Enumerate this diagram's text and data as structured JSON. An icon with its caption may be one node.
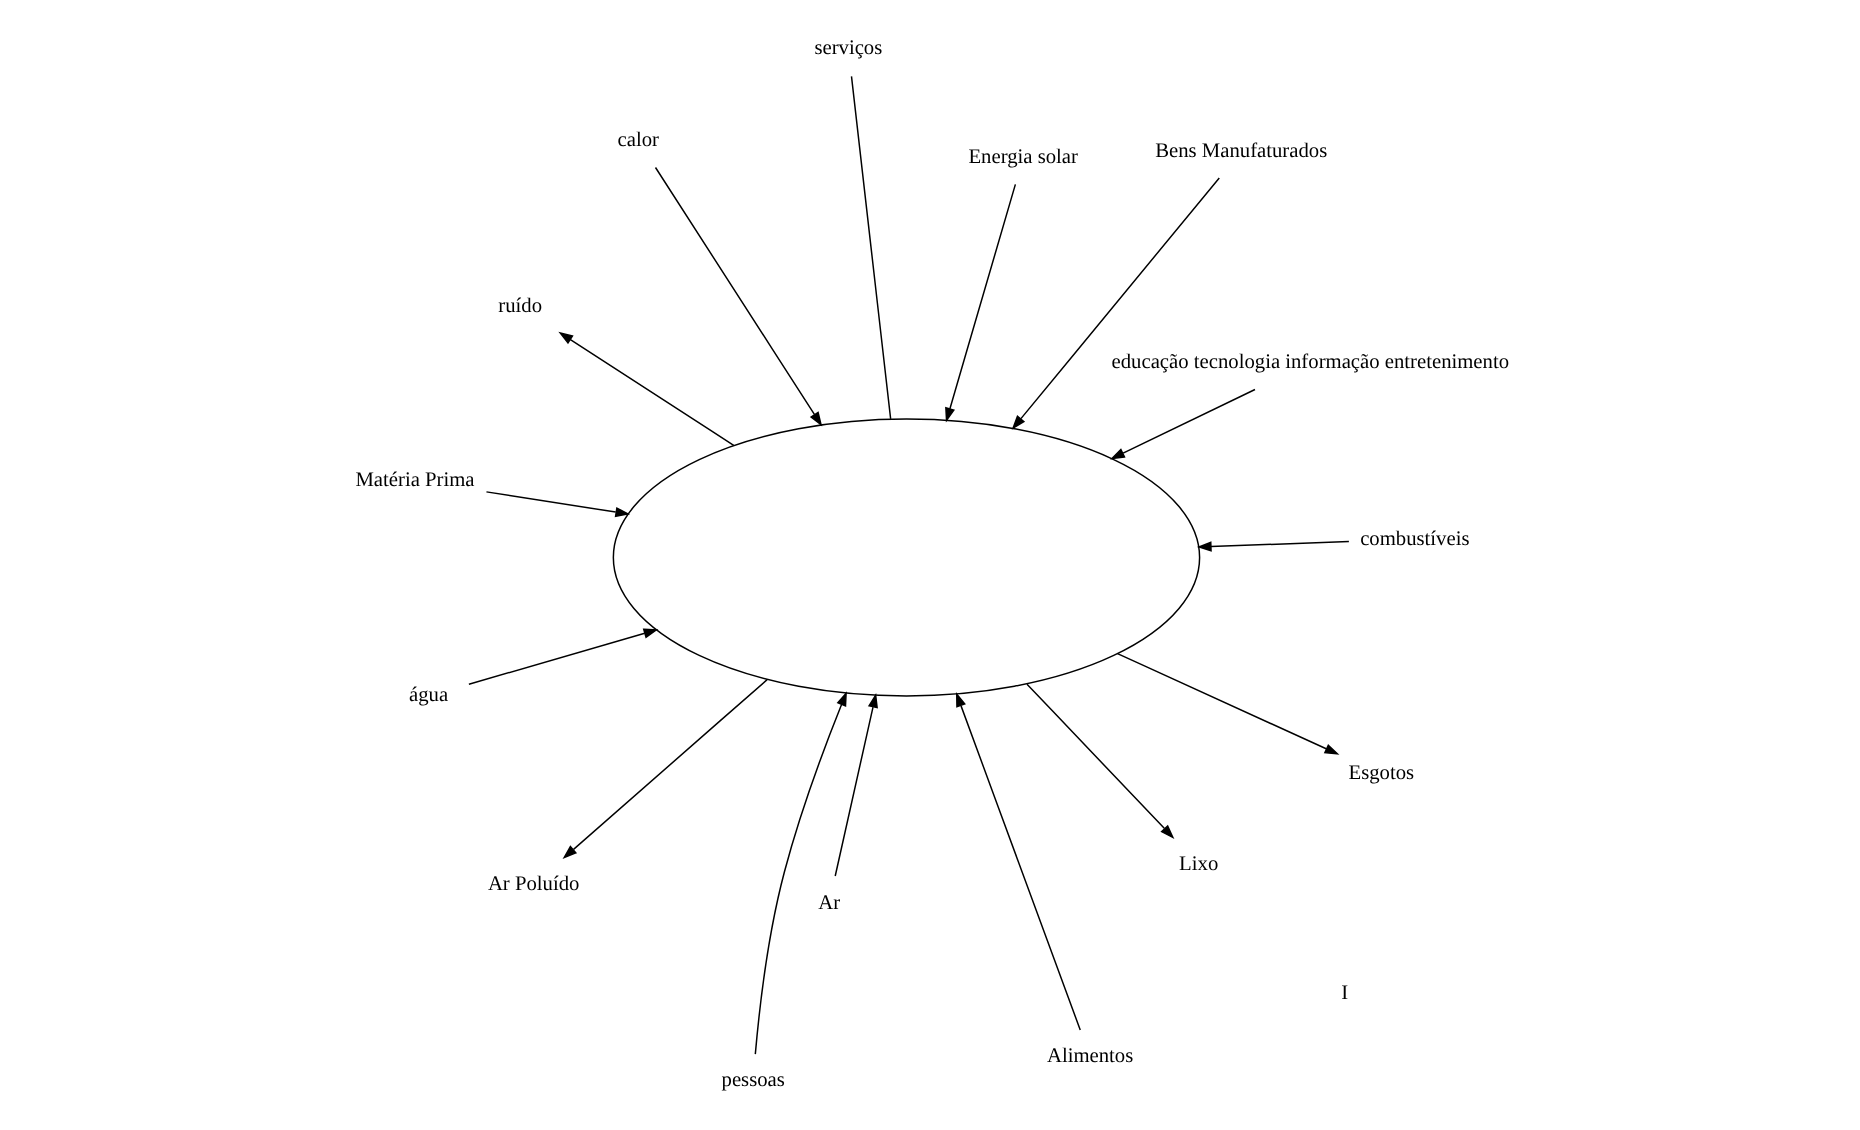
{
  "diagram": {
    "nodes": [
      {
        "text": [],
        "shape": "ellipse"
      },
      {
        "text": [
          "educação tecnologia informação entretenimento"
        ]
      },
      {
        "text": [
          "pessoas"
        ]
      },
      {
        "text": [
          "calor"
        ]
      },
      {
        "text": [
          "Energia solar"
        ]
      },
      {
        "text": [
          "ruído"
        ]
      },
      {
        "text": [
          "água"
        ]
      },
      {
        "text": [
          "Esgotos"
        ]
      },
      {
        "text": [
          "Ar Poluído"
        ]
      },
      {
        "text": [
          "Alimentos"
        ]
      },
      {
        "text": [
          "Ar"
        ]
      },
      {
        "text": [
          "Matéria Prima"
        ]
      },
      {
        "text": [
          "combustíveis"
        ]
      },
      {
        "text": [
          "Bens Manufaturados"
        ]
      },
      {
        "text": [
          "serviços"
        ]
      },
      {
        "text": [
          "Lixo"
        ]
      }
    ],
    "edges": [
      {
        "from": 1,
        "to": 0,
        "arrow": "to"
      },
      {
        "from": 2,
        "to": 0,
        "arrow": "to"
      },
      {
        "from": 3,
        "to": 0,
        "arrow": "to"
      },
      {
        "from": 4,
        "to": 0,
        "arrow": "to"
      },
      {
        "from": 0,
        "to": 5,
        "arrow": "to"
      },
      {
        "from": 6,
        "to": 0,
        "arrow": "to"
      },
      {
        "from": 0,
        "to": 7,
        "arrow": "to"
      },
      {
        "from": 0,
        "to": 8,
        "arrow": "to"
      },
      {
        "from": 9,
        "to": 0,
        "arrow": "to"
      },
      {
        "from": 10,
        "to": 0,
        "arrow": "to"
      },
      {
        "from": 11,
        "to": 0,
        "arrow": "to"
      },
      {
        "from": 12,
        "to": 0,
        "arrow": "to"
      },
      {
        "from": 13,
        "to": 0,
        "arrow": "to"
      },
      {
        "from": 14,
        "to": 0,
        "arrow": "none"
      },
      {
        "from": 0,
        "to": 15,
        "arrow": "to"
      }
    ],
    "labels": [
      "I"
    ]
  }
}
